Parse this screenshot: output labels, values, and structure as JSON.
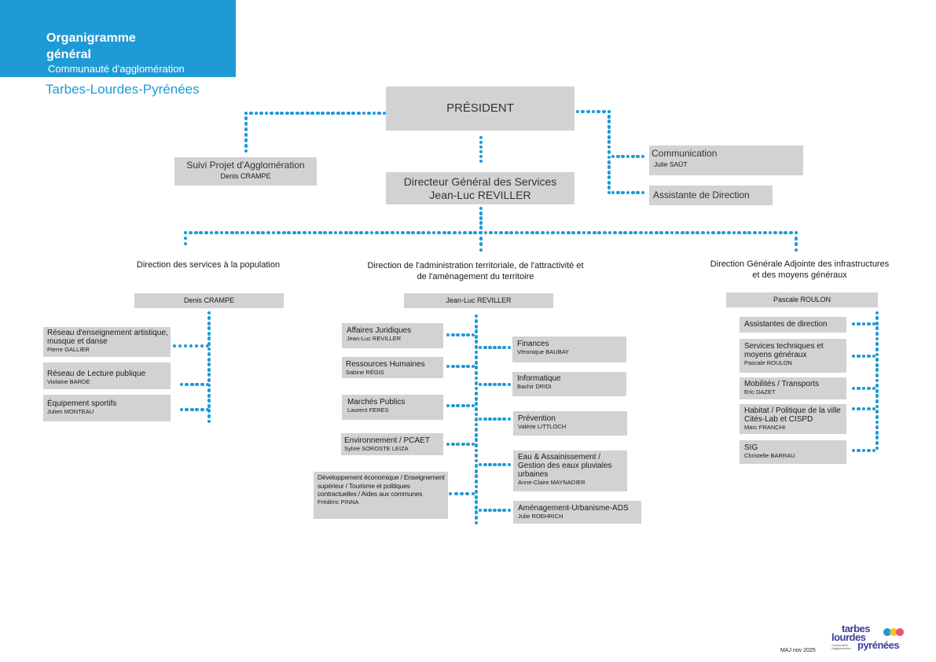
{
  "header": {
    "title_line1": "Organigramme",
    "title_line2": "général",
    "subtitle": "Communauté d'agglomération",
    "org_name": "Tarbes-Lourdes-Pyrénées"
  },
  "top": {
    "president": "PRÉSIDENT",
    "suivi": {
      "title": "Suivi Projet d'Agglomération",
      "person": "Denis CRAMPE"
    },
    "dgs": {
      "title": "Directeur Général des Services",
      "person": "Jean-Luc REVILLER"
    },
    "communication": {
      "title": "Communication",
      "person": "Julie SAÜT"
    },
    "assistante": {
      "title": "Assistante de Direction"
    }
  },
  "directions": {
    "population": {
      "label": "Direction des services à la population",
      "head": "Denis CRAMPE",
      "services": [
        {
          "title": "Réseau d'enseignement artistique, musque et danse",
          "person": "Pierre GALLIER"
        },
        {
          "title": "Réseau de Lecture publique",
          "person": "Violaine BARDE"
        },
        {
          "title": "Équipement sportifs",
          "person": "Julien MONTEAU"
        }
      ]
    },
    "administration": {
      "label_line1": "Direction de l'administration territoriale, de l'attractivité et",
      "label_line2": "de l'aménagement du territoire",
      "head": "Jean-Luc REVILLER",
      "left_services": [
        {
          "title": "Affaires Juridiques",
          "person": "Jean-Luc REVILLER"
        },
        {
          "title": "Ressources Humaines",
          "person": "Sabine RÉGIS"
        },
        {
          "title": "Marchés Publics",
          "person": "Laurent FERES"
        },
        {
          "title": "Environnement / PCAET",
          "person": "Sylvie SOROSTE LEIZA"
        },
        {
          "title": "Développement économique / Enseignement supérieur / Tourisme et politiques contractuelles / Aides aux communes",
          "person": "Frédéric PINNA"
        }
      ],
      "right_services": [
        {
          "title": "Finances",
          "person": "Véronique BAUBAY"
        },
        {
          "title": "Informatique",
          "person": "Bachir DRIDI"
        },
        {
          "title": "Prévention",
          "person": "Valérie LITTLOCH"
        },
        {
          "title": "Eau & Assainissement / Gestion des eaux pluviales urbaines",
          "person": "Anne-Claire MAYNADIER"
        },
        {
          "title": "Aménagement-Urbanisme-ADS",
          "person": "Julie ROEHRICH"
        }
      ]
    },
    "infrastructures": {
      "label_line1": "Direction Générale Adjointe des infrastructures",
      "label_line2": "et des moyens généraux",
      "head": "Pascale ROULON",
      "services": [
        {
          "title": "Assistantes de direction",
          "person": ""
        },
        {
          "title": "Services techniques et moyens généraux",
          "person": "Pascale ROULON"
        },
        {
          "title": "Mobilités / Transports",
          "person": "Eric DAZET"
        },
        {
          "title": "Habitat / Politique de la ville Cités-Lab et CISPD",
          "person": "Marc FRANCHI"
        },
        {
          "title": "SIG",
          "person": "Christelle BARRAU"
        }
      ]
    }
  },
  "footer": {
    "update": "MAJ nov 2025",
    "logo_line1": "tarbes",
    "logo_line2": "lourdes",
    "logo_line3": "pyrénées",
    "logo_small1": "Communauté",
    "logo_small2": "d'agglomération"
  },
  "colors": {
    "accent": "#1e9ad6",
    "box": "#d2d2d2",
    "logo_text": "#3b3f9c",
    "logo_blue": "#1e9ad6",
    "logo_yellow": "#f2c12e",
    "logo_pink": "#e8546f"
  }
}
